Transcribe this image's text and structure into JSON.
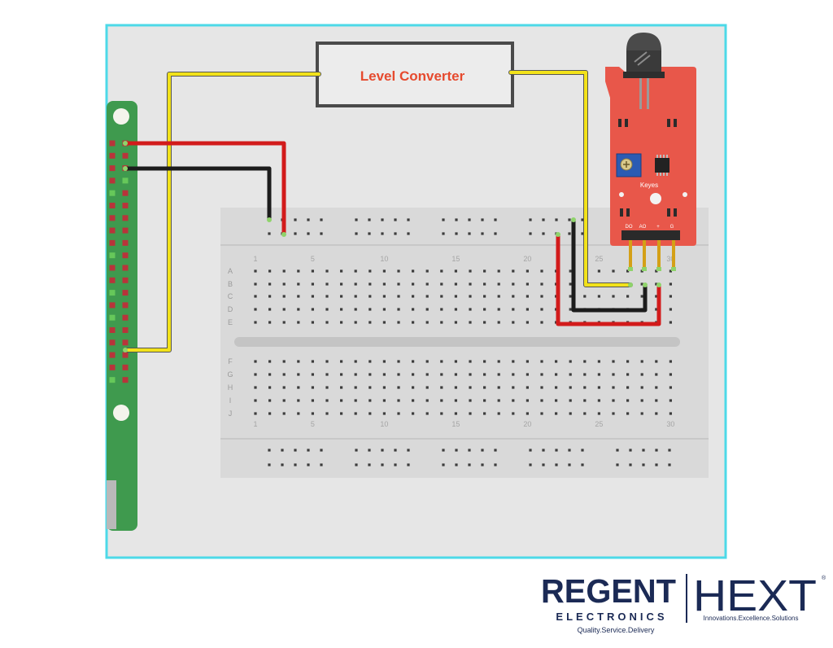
{
  "level_converter": {
    "label": "Level Converter"
  },
  "sensor": {
    "brand": "Keyes",
    "pin_labels": [
      "DO",
      "AO",
      "+",
      "G"
    ]
  },
  "breadboard": {
    "row_letters": [
      "A",
      "B",
      "C",
      "D",
      "E",
      "F",
      "G",
      "H",
      "I",
      "J"
    ],
    "column_numbers": [
      "1",
      "5",
      "10",
      "15",
      "20",
      "25",
      "30"
    ]
  },
  "logos": {
    "regent": {
      "name": "REGENT",
      "sub": "ELECTRONICS",
      "tagline": "Quality.Service.Delivery"
    },
    "hext": {
      "name": "HEXT",
      "tagline": "Innovations.Excellence.Solutions",
      "mark": "®"
    }
  },
  "colors": {
    "frame": "#4dd9e8",
    "canvas_bg": "#e6e6e6",
    "breadboard": "#d9d9d9",
    "pi_board": "#3f9a4e",
    "module": "#e8574a",
    "wire_yellow": "#f2e21a",
    "wire_red": "#d21b1b",
    "wire_black": "#1c1c1c",
    "label_red": "#e64a2e",
    "brand_navy": "#1b2a55"
  }
}
